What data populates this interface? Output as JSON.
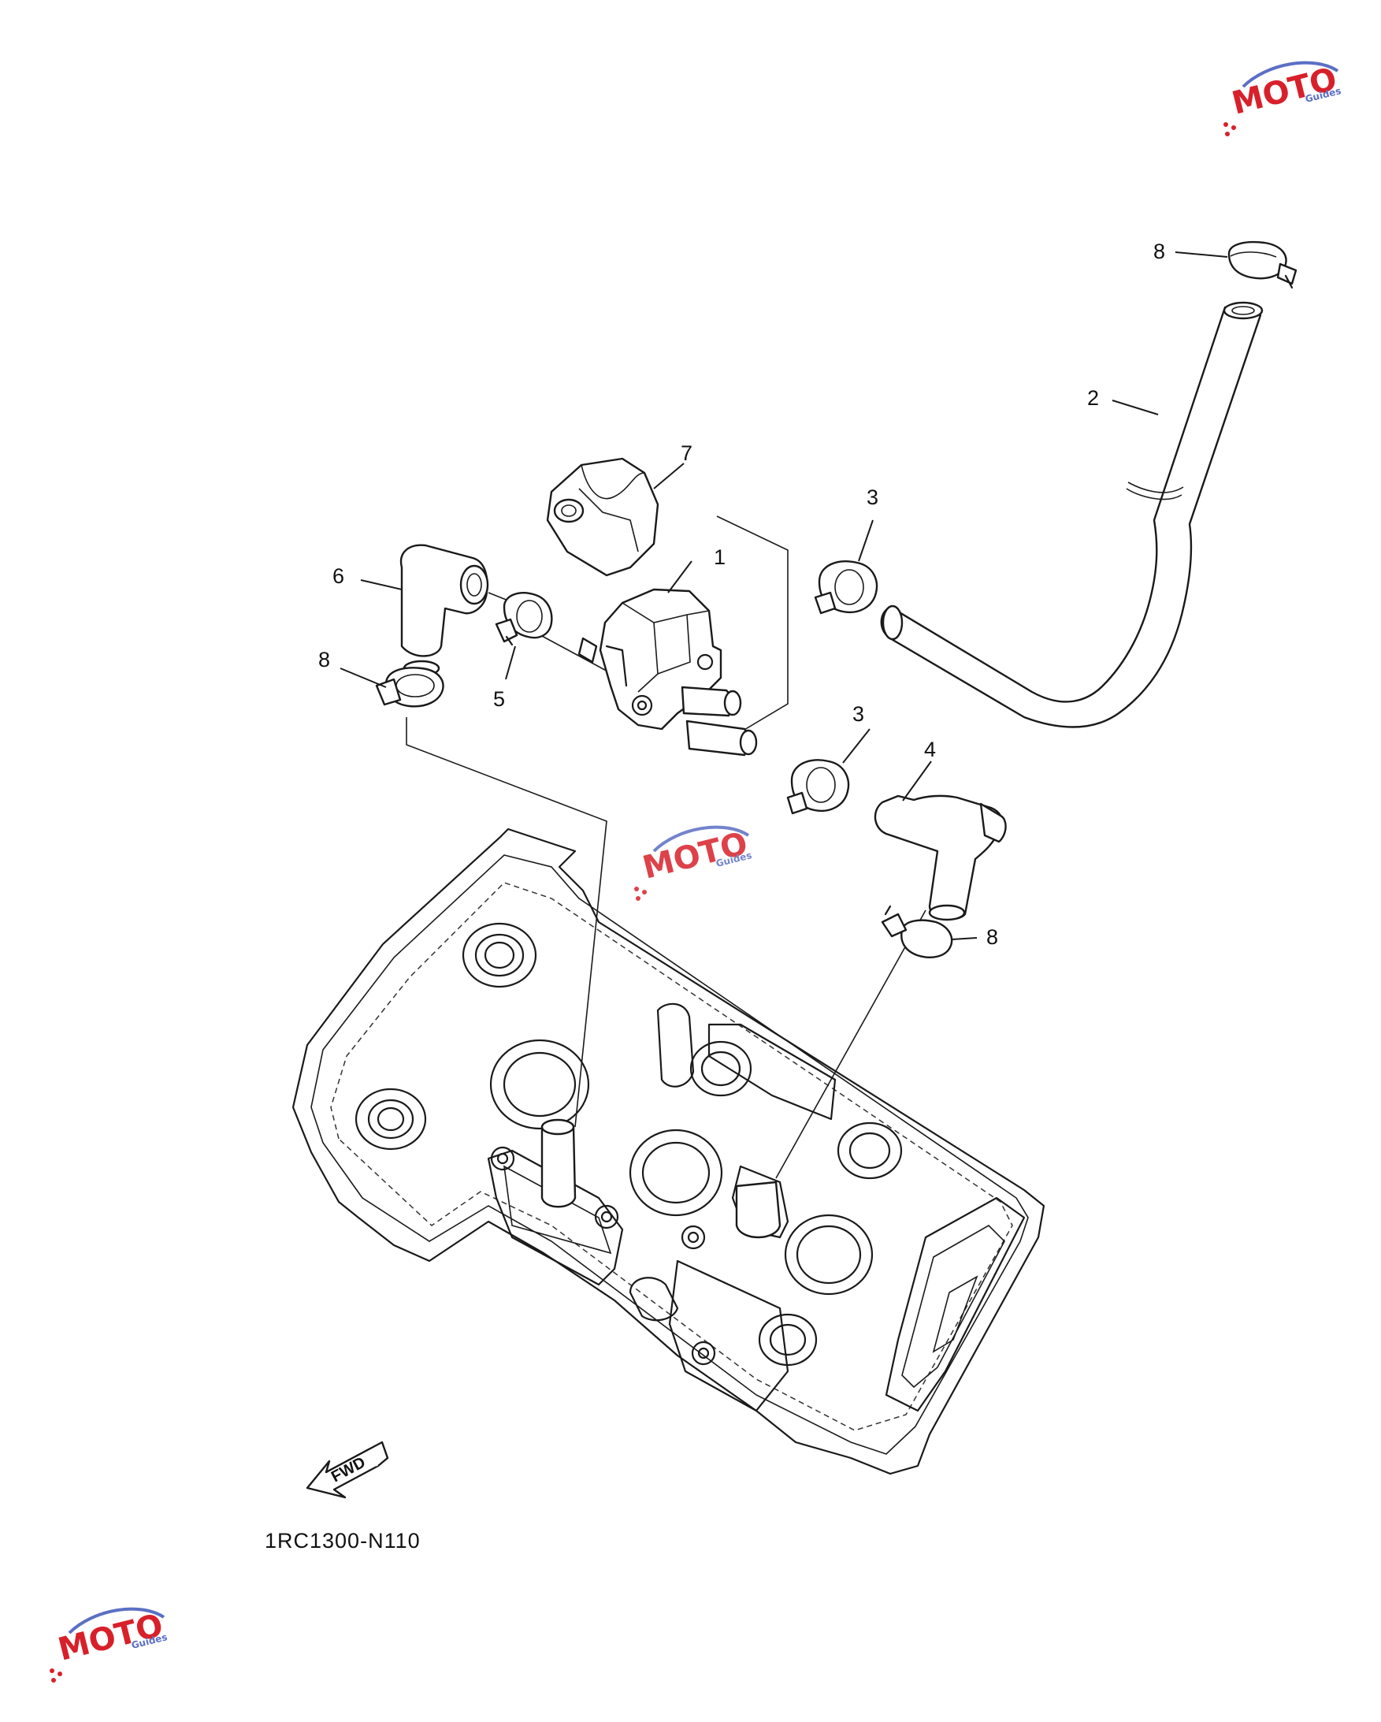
{
  "diagram": {
    "code_label": "1RC1300-N110",
    "fwd_label": "FWD",
    "callouts": [
      {
        "id": "c1",
        "label": "1"
      },
      {
        "id": "c2",
        "label": "2"
      },
      {
        "id": "c3a",
        "label": "3"
      },
      {
        "id": "c3b",
        "label": "3"
      },
      {
        "id": "c4",
        "label": "4"
      },
      {
        "id": "c5",
        "label": "5"
      },
      {
        "id": "c6",
        "label": "6"
      },
      {
        "id": "c7",
        "label": "7"
      },
      {
        "id": "c8a",
        "label": "8"
      },
      {
        "id": "c8b",
        "label": "8"
      },
      {
        "id": "c8c",
        "label": "8"
      }
    ]
  },
  "watermark": {
    "brand": "MOTO",
    "tagline": "Guides",
    "colors": {
      "red": "#d8202a",
      "blue": "#5b6fc4"
    }
  }
}
